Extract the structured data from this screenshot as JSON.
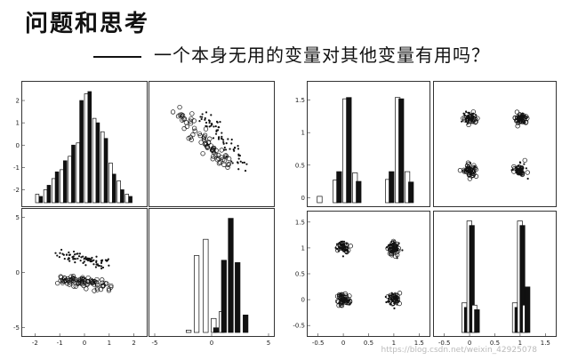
{
  "header": {
    "title": "问题和思考",
    "subtitle": "一个本身无用的变量对其他变量有用吗？"
  },
  "watermark": "https://blog.csdn.net/weixin_42925078",
  "chart_data": [
    {
      "id": "A11",
      "type": "bar",
      "ylim": [
        -2.5,
        2.6
      ],
      "yticks": [
        "2",
        "1",
        "0",
        "-1",
        "-2"
      ],
      "yvals": [
        2,
        1,
        0,
        -1,
        -2
      ],
      "series": [
        {
          "fill": "white",
          "values": [
            -2.2,
            -2.0,
            -1.5,
            -1.1,
            -0.5,
            0.1,
            2.3,
            1.2,
            0.6,
            -0.8,
            -1.6,
            -2.2
          ]
        },
        {
          "fill": "black",
          "values": [
            -2.3,
            -1.8,
            -1.2,
            -0.7,
            0.0,
            2.0,
            2.4,
            1.0,
            0.3,
            -1.3,
            -2.0,
            -2.3
          ]
        }
      ]
    },
    {
      "id": "A12",
      "type": "scatter",
      "xlim": [
        -3,
        3
      ],
      "ylim": [
        -3,
        3
      ],
      "groups": [
        {
          "marker": "open",
          "center": [
            -0.5,
            0.3
          ],
          "dir": [
            1,
            -1.2
          ],
          "n": 70
        },
        {
          "marker": "dot",
          "center": [
            0.6,
            0.2
          ],
          "dir": [
            1,
            -1.2
          ],
          "n": 70
        }
      ]
    },
    {
      "id": "B11",
      "type": "scatter",
      "xlim": [
        -2.3,
        2.3
      ],
      "ylim": [
        -5.3,
        5.3
      ],
      "xticks": [
        "-2",
        "-1",
        "0",
        "1",
        "2"
      ],
      "xvals": [
        -2,
        -1,
        0,
        1,
        2
      ],
      "yticks": [
        "5",
        "0",
        "-5"
      ],
      "yvals": [
        5,
        0,
        -5
      ],
      "groups": [
        {
          "marker": "dot",
          "center": [
            0,
            1.2
          ],
          "dir": [
            1,
            -0.45
          ],
          "n": 80
        },
        {
          "marker": "open",
          "center": [
            0,
            -0.9
          ],
          "dir": [
            1,
            -0.45
          ],
          "n": 80
        }
      ]
    },
    {
      "id": "B12",
      "type": "bar",
      "xlim": [
        -5,
        5
      ],
      "ylim": [
        0,
        1
      ],
      "xticks": [
        "-5",
        "0",
        "5"
      ],
      "xvals": [
        -5,
        0,
        5
      ],
      "bars": [
        {
          "x": -2.0,
          "h": 0.02,
          "fill": "white"
        },
        {
          "x": -1.3,
          "h": 0.66,
          "fill": "white"
        },
        {
          "x": -0.5,
          "h": 0.8,
          "fill": "white"
        },
        {
          "x": 0.2,
          "h": 0.12,
          "fill": "white"
        },
        {
          "x": 0.4,
          "h": 0.04,
          "fill": "black"
        },
        {
          "x": 0.9,
          "h": 0.18,
          "fill": "white"
        },
        {
          "x": 1.1,
          "h": 0.62,
          "fill": "black"
        },
        {
          "x": 1.7,
          "h": 0.98,
          "fill": "black"
        },
        {
          "x": 2.3,
          "h": 0.6,
          "fill": "black"
        },
        {
          "x": 3.0,
          "h": 0.15,
          "fill": "black"
        }
      ]
    },
    {
      "id": "C11",
      "type": "bar",
      "ylim": [
        -0.05,
        1.7
      ],
      "yticks": [
        "1.5",
        "1",
        "0.5",
        "0"
      ],
      "yvals": [
        1.5,
        1,
        0.5,
        0
      ],
      "bars": [
        {
          "pos": 0.1,
          "h": 0.02,
          "fill": "white"
        },
        {
          "pos": 0.23,
          "h": 0.27,
          "fill": "white"
        },
        {
          "pos": 0.26,
          "h": 0.4,
          "fill": "black"
        },
        {
          "pos": 0.31,
          "h": 1.52,
          "fill": "white"
        },
        {
          "pos": 0.34,
          "h": 1.54,
          "fill": "black"
        },
        {
          "pos": 0.39,
          "h": 0.38,
          "fill": "white"
        },
        {
          "pos": 0.42,
          "h": 0.25,
          "fill": "black"
        },
        {
          "pos": 0.66,
          "h": 0.28,
          "fill": "white"
        },
        {
          "pos": 0.69,
          "h": 0.4,
          "fill": "black"
        },
        {
          "pos": 0.74,
          "h": 1.54,
          "fill": "white"
        },
        {
          "pos": 0.77,
          "h": 1.52,
          "fill": "black"
        },
        {
          "pos": 0.82,
          "h": 0.4,
          "fill": "white"
        },
        {
          "pos": 0.85,
          "h": 0.24,
          "fill": "black"
        }
      ]
    },
    {
      "id": "C12",
      "type": "scatter",
      "xlim": [
        -0.6,
        1.6
      ],
      "ylim": [
        -0.6,
        1.6
      ],
      "groups": [
        {
          "marker": "dot",
          "center": [
            0,
            1
          ],
          "spread": 0.1,
          "n": 40
        },
        {
          "marker": "open",
          "center": [
            0,
            1
          ],
          "spread": 0.1,
          "n": 25
        },
        {
          "marker": "open",
          "center": [
            1,
            1
          ],
          "spread": 0.1,
          "n": 40
        },
        {
          "marker": "dot",
          "center": [
            1,
            1
          ],
          "spread": 0.1,
          "n": 25
        },
        {
          "marker": "open",
          "center": [
            0,
            0
          ],
          "spread": 0.1,
          "n": 40
        },
        {
          "marker": "dot",
          "center": [
            0,
            0
          ],
          "spread": 0.1,
          "n": 25
        },
        {
          "marker": "dot",
          "center": [
            1,
            0
          ],
          "spread": 0.1,
          "n": 40
        },
        {
          "marker": "open",
          "center": [
            1,
            0
          ],
          "spread": 0.1,
          "n": 25
        }
      ]
    },
    {
      "id": "D11",
      "type": "scatter",
      "xlim": [
        -0.6,
        1.6
      ],
      "ylim": [
        -0.6,
        1.6
      ],
      "xticks": [
        "-0.5",
        "0",
        "0.5",
        "1",
        "1.5"
      ],
      "xvals": [
        -0.5,
        0,
        0.5,
        1,
        1.5
      ],
      "yticks": [
        "1.5",
        "1",
        "0.5",
        "0",
        "-0.5"
      ],
      "yvals": [
        1.5,
        1,
        0.5,
        0,
        -0.5
      ],
      "groups": [
        {
          "marker": "dot",
          "center": [
            0,
            1
          ],
          "spread": 0.1,
          "n": 40
        },
        {
          "marker": "open",
          "center": [
            0,
            1
          ],
          "spread": 0.1,
          "n": 20
        },
        {
          "marker": "open",
          "center": [
            1,
            1
          ],
          "spread": 0.1,
          "n": 40
        },
        {
          "marker": "dot",
          "center": [
            1,
            1
          ],
          "spread": 0.1,
          "n": 25
        },
        {
          "marker": "open",
          "center": [
            0,
            0
          ],
          "spread": 0.1,
          "n": 40
        },
        {
          "marker": "dot",
          "center": [
            0,
            0
          ],
          "spread": 0.1,
          "n": 20
        },
        {
          "marker": "dot",
          "center": [
            1,
            0
          ],
          "spread": 0.1,
          "n": 40
        },
        {
          "marker": "open",
          "center": [
            1,
            0
          ],
          "spread": 0.1,
          "n": 20
        }
      ]
    },
    {
      "id": "D12",
      "type": "bar",
      "xlim": [
        -0.6,
        1.6
      ],
      "ylim": [
        0,
        1
      ],
      "xticks": [
        "-0.5",
        "0",
        "0.5",
        "1",
        "1.5"
      ],
      "xvals": [
        -0.5,
        0,
        0.5,
        1,
        1.5
      ],
      "bars": [
        {
          "x": -0.1,
          "h": 0.26,
          "fill": "white"
        },
        {
          "x": -0.05,
          "h": 0.22,
          "fill": "black"
        },
        {
          "x": 0.0,
          "h": 0.98,
          "fill": "white"
        },
        {
          "x": 0.05,
          "h": 0.94,
          "fill": "black"
        },
        {
          "x": 0.1,
          "h": 0.24,
          "fill": "white"
        },
        {
          "x": 0.15,
          "h": 0.2,
          "fill": "black"
        },
        {
          "x": 0.9,
          "h": 0.26,
          "fill": "white"
        },
        {
          "x": 0.95,
          "h": 0.22,
          "fill": "black"
        },
        {
          "x": 1.0,
          "h": 0.98,
          "fill": "white"
        },
        {
          "x": 1.05,
          "h": 0.94,
          "fill": "black"
        },
        {
          "x": 1.1,
          "h": 0.24,
          "fill": "white"
        },
        {
          "x": 1.15,
          "h": 0.4,
          "fill": "black"
        }
      ]
    }
  ]
}
